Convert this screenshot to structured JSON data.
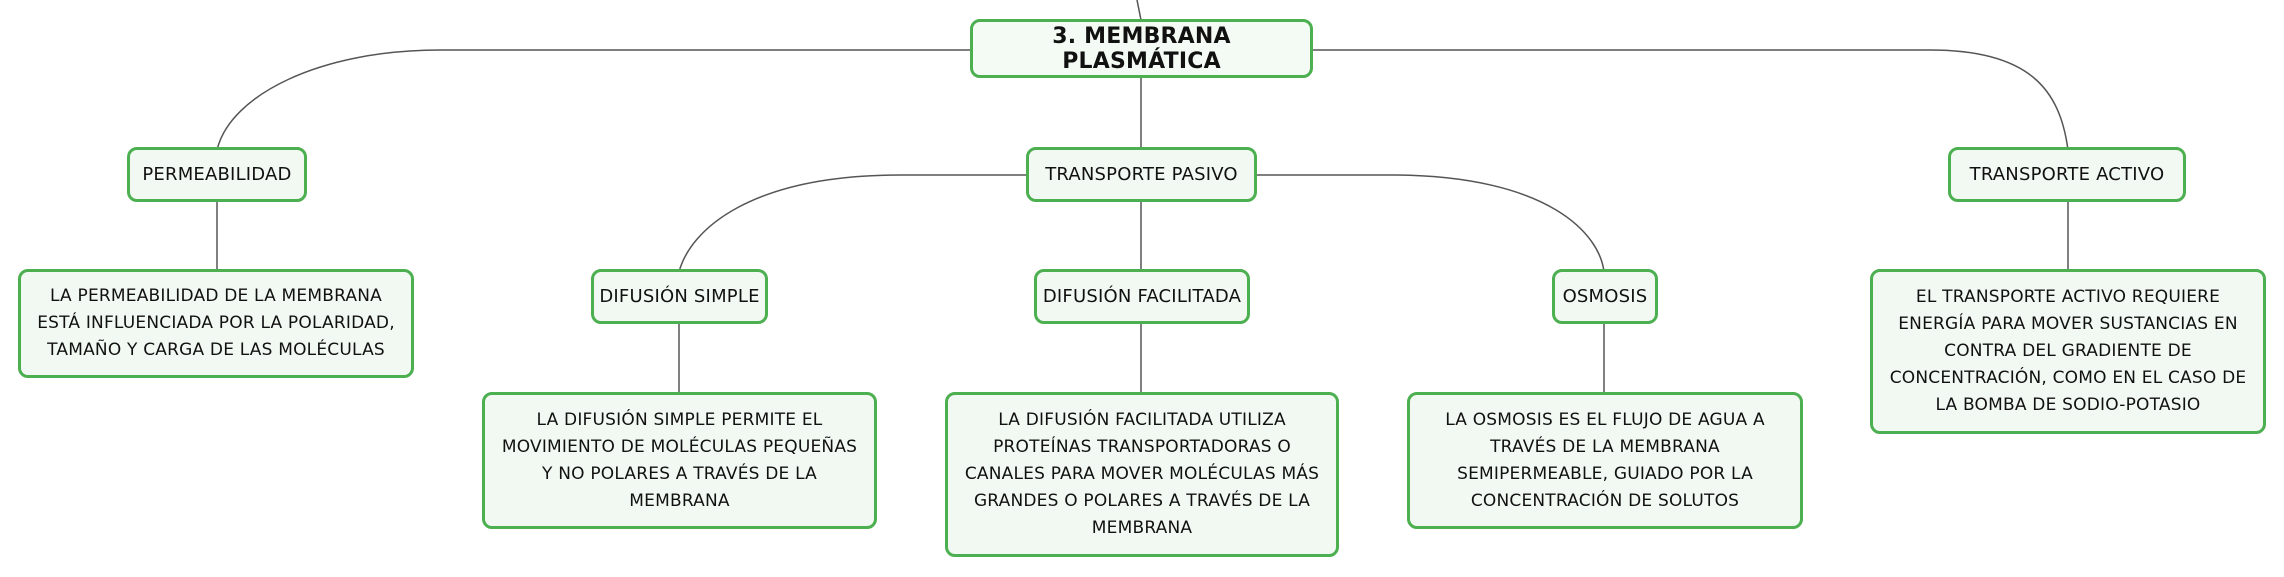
{
  "root": {
    "label": "3. MEMBRANA PLASMÁTICA"
  },
  "branches": {
    "permeabilidad": {
      "label": "PERMEABILIDAD",
      "detail": "LA PERMEABILIDAD DE LA MEMBRANA ESTÁ INFLUENCIADA POR LA POLARIDAD, TAMAÑO Y CARGA DE LAS MOLÉCULAS"
    },
    "transporte_pasivo": {
      "label": "TRANSPORTE PASIVO",
      "children": {
        "difusion_simple": {
          "label": "DIFUSIÓN SIMPLE",
          "detail": "LA DIFUSIÓN SIMPLE PERMITE EL MOVIMIENTO DE MOLÉCULAS PEQUEÑAS Y NO POLARES A TRAVÉS DE LA MEMBRANA"
        },
        "difusion_facilitada": {
          "label": "DIFUSIÓN FACILITADA",
          "detail": "LA DIFUSIÓN FACILITADA UTILIZA PROTEÍNAS TRANSPORTADORAS O CANALES PARA MOVER MOLÉCULAS MÁS GRANDES O POLARES A TRAVÉS DE LA MEMBRANA"
        },
        "osmosis": {
          "label": "OSMOSIS",
          "detail": "LA OSMOSIS ES EL FLUJO DE AGUA A TRAVÉS DE LA MEMBRANA SEMIPERMEABLE, GUIADO POR LA CONCENTRACIÓN DE SOLUTOS"
        }
      }
    },
    "transporte_activo": {
      "label": "TRANSPORTE ACTIVO",
      "detail": "EL TRANSPORTE ACTIVO REQUIERE ENERGÍA PARA MOVER SUSTANCIAS EN CONTRA DEL GRADIENTE DE CONCENTRACIÓN, COMO EN EL CASO DE LA BOMBA DE SODIO-POTASIO"
    }
  },
  "colors": {
    "node_border": "#4caf50",
    "node_fill": "#f2f9f2",
    "connector": "#555555"
  }
}
